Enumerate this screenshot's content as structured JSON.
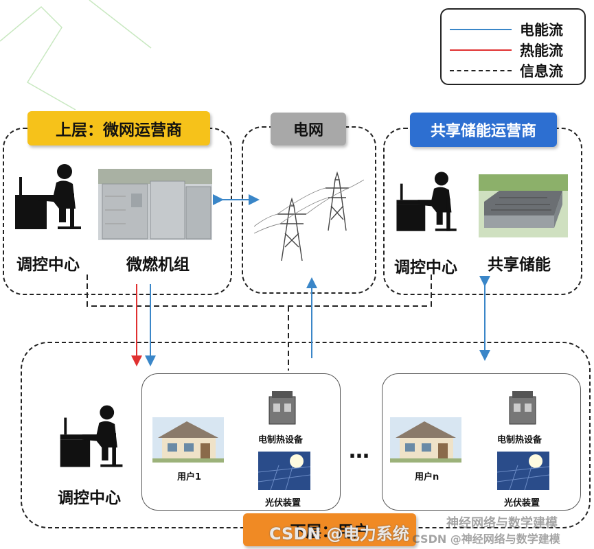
{
  "legend": {
    "electric": "电能流",
    "heat": "热能流",
    "info": "信息流"
  },
  "colors": {
    "electric": "#3a86c8",
    "heat": "#e03030",
    "info": "#222222",
    "upper_tag": "#f6c21a",
    "grid_tag": "#a8a8a8",
    "storage_tag": "#2d6fd1",
    "lower_tag": "#f08a24"
  },
  "upper": {
    "tag": "上层：微网运营商",
    "control_label": "调控中心",
    "turbine_label": "微燃机组"
  },
  "grid": {
    "tag": "电网"
  },
  "storage": {
    "tag": "共享储能运营商",
    "control_label": "调控中心",
    "storage_label": "共享储能"
  },
  "lower": {
    "tag": "下层：用户",
    "control_label": "调控中心",
    "ellipsis": "…",
    "user1": {
      "house_label": "用户1",
      "heater_label": "电制热设备",
      "pv_label": "光伏装置"
    },
    "usern": {
      "house_label": "用户n",
      "heater_label": "电制热设备",
      "pv_label": "光伏装置"
    }
  },
  "watermark": {
    "csdn": "CSDN @电力系统",
    "wechat": "神经网络与数学建模",
    "csdn2": "CSDN @神经网络与数学建模"
  }
}
